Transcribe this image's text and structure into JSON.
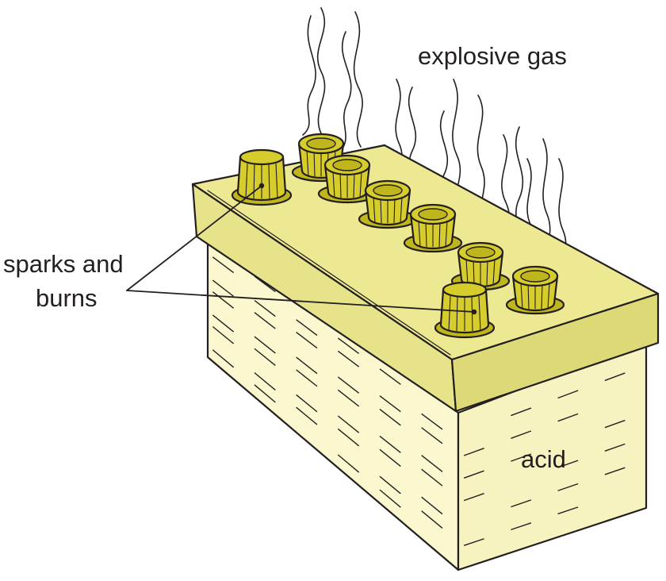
{
  "labels": {
    "gas": "explosive gas",
    "sparks_line1": "sparks and",
    "sparks_line2": "burns",
    "acid": "acid"
  },
  "colors": {
    "case_front": "#fbf8cf",
    "case_side": "#f7f3c0",
    "lid_top": "#ece992",
    "lid_front": "#e7e38a",
    "lid_side": "#ddd977",
    "terminal": "#d6cc2c",
    "terminal_dark": "#bfb51c",
    "outline": "#231f20"
  },
  "icons": {
    "battery": "battery-icon",
    "terminal": "terminal-post-icon",
    "gas": "gas-fume-icon"
  }
}
